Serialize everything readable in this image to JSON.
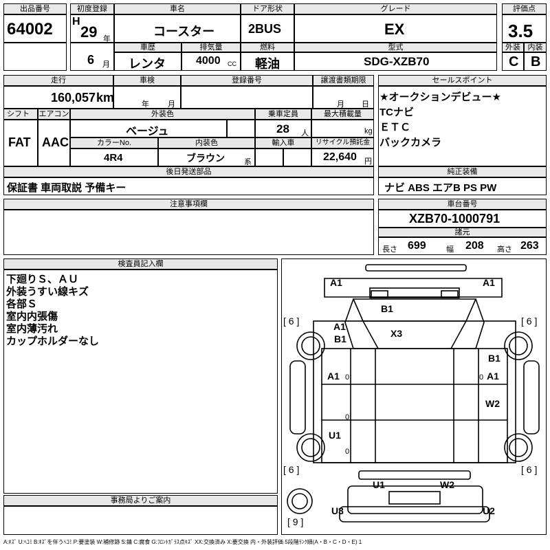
{
  "headers": {
    "lot_no": "出品番号",
    "first_reg": "初度登録",
    "car_name": "車名",
    "door": "ドア形状",
    "grade": "グレード",
    "score": "評価点",
    "history": "車歴",
    "displacement": "排気量",
    "fuel": "燃料",
    "model": "型式",
    "exterior": "外装",
    "interior": "内装",
    "mileage": "走行",
    "inspection": "車検",
    "reg_no": "登録番号",
    "transfer_deadline": "譲渡書類期限",
    "sales_points": "セールスポイント",
    "shift": "シフト",
    "aircon": "エアコン",
    "ext_color": "外装色",
    "capacity": "乗車定員",
    "max_load": "最大積載量",
    "color_no": "カラーNo.",
    "int_color": "内装色",
    "import": "輸入車",
    "recycle": "リサイクル預託金",
    "later_parts": "後日発送部品",
    "genuine_equip": "純正装備",
    "notes": "注意事項欄",
    "chassis_no": "車台番号",
    "specs": "諸元",
    "inspector": "検査員記入欄",
    "office_info": "事務局よりご案内"
  },
  "listing": {
    "lot_no": "64002",
    "era_letter": "H",
    "year": "29",
    "year_unit": "年",
    "month": "6",
    "month_unit": "月",
    "car_name": "コースター",
    "door": "2BUS",
    "grade": "EX",
    "score": "3.5",
    "history": "レンタ",
    "displacement": "4000",
    "displacement_unit": "CC",
    "fuel": "軽油",
    "model": "SDG-XZB70",
    "exterior_grade": "C",
    "interior_grade": "B",
    "mileage": "160,057",
    "mileage_unit": "km",
    "inspection_year_unit": "年",
    "inspection_month_unit": "月",
    "transfer_month_unit": "月",
    "transfer_day_unit": "日",
    "shift": "FAT",
    "aircon": "AAC",
    "ext_color": "ベージュ",
    "capacity": "28",
    "capacity_unit": "人",
    "max_load_unit": "kg",
    "color_no": "4R4",
    "int_color": "ブラウン",
    "int_color_suffix": "系",
    "recycle": "22,640",
    "recycle_unit": "円",
    "later_parts": "保証書 車両取説 予備キー",
    "genuine_equip": "ナビ ABS エアB PS PW",
    "chassis_no": "XZB70-1000791",
    "length_label": "長さ",
    "length": "699",
    "width_label": "幅",
    "width": "208",
    "height_label": "高さ",
    "height": "263"
  },
  "sales_points": [
    "★オークションデビュー★",
    "TCナビ",
    "ＥＴＣ",
    "バックカメラ"
  ],
  "inspector_notes": [
    "下廻りＳ、ＡＵ",
    "外装うすい線キズ",
    "各部Ｓ",
    "室内内張傷",
    "室内薄汚れ",
    "カップホルダーなし"
  ],
  "diagram": {
    "marks": {
      "front_left": "A1",
      "front_right": "A1",
      "b1_top": "B1",
      "x3": "X3",
      "a1_left_upper": "A1",
      "b1_left": "B1",
      "b1_right": "B1",
      "a1_left_mid": "A1",
      "a1_right_mid": "A1",
      "w2_right": "W2",
      "u1_left": "U1",
      "u1_rear": "U1",
      "w2_rear": "W2",
      "u3": "U3",
      "u2": "U2"
    },
    "tire_tags": {
      "tl": "[ 6 ]",
      "tr": "[ 6 ]",
      "bl": "[ 6 ]",
      "br": "[ 6 ]",
      "spare": "[ 9 ]"
    },
    "small_marks": {
      "l1": "0",
      "l2": "0",
      "r1": "0",
      "l3": "0"
    }
  },
  "legend": "A:ｷｽﾞ U:ﾍｺﾐ B:ｷｽﾞを伴うﾍｺﾐ P:要塗装 W:補修跡 S:錆 C:腐食 G:ﾌﾛﾝﾄｶﾞﾗｽ点ｷｽﾞ XX:交換済み X:要交換 内・外装評価 5段階ﾗﾝｸ順(A・B・C・D・E) 1"
}
